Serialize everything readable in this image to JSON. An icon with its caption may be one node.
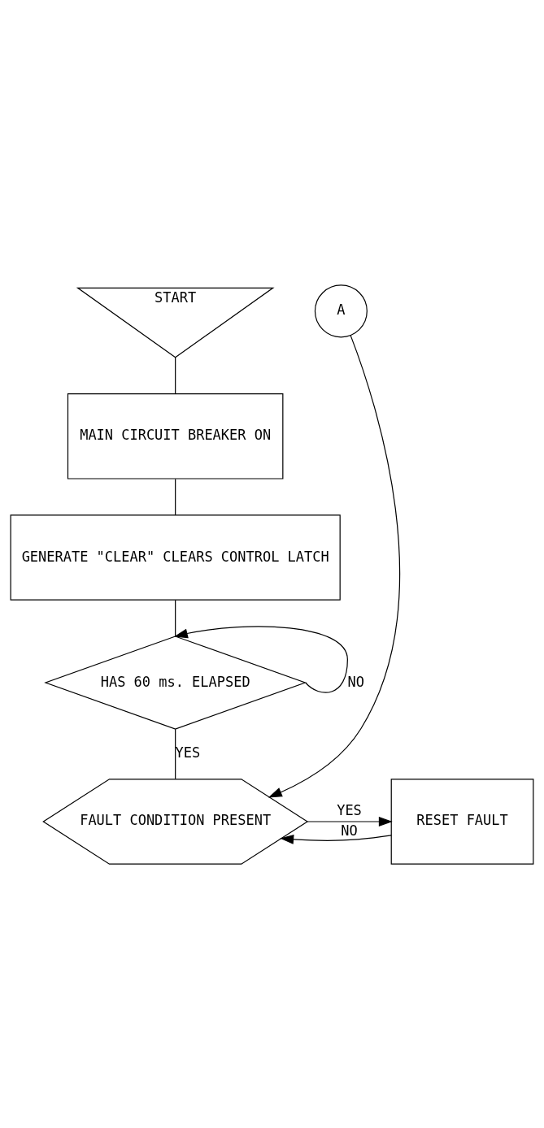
{
  "diagram": {
    "nodes": [
      {
        "text": [
          "START"
        ]
      },
      {
        "text": [
          "MAIN CIRCUIT BREAKER ON"
        ]
      },
      {
        "text": [
          "GENERATE \"CLEAR\" CLEARS CONTROL LATCH"
        ]
      },
      {
        "text": [
          "HAS 60 ms. ELAPSED"
        ]
      },
      {
        "text": [
          "FAULT CONDITION PRESENT"
        ]
      },
      {
        "text": [
          "RESET FAULT"
        ]
      },
      {
        "text": [
          "A"
        ]
      }
    ],
    "edges": [
      {
        "from": 0,
        "to": 1,
        "arrow": "none"
      },
      {
        "from": 1,
        "to": 2,
        "arrow": "none"
      },
      {
        "from": 2,
        "to": 3,
        "arrow": "none"
      },
      {
        "from": 3,
        "to": 3,
        "arrow": "to",
        "label": "NO"
      },
      {
        "from": 3,
        "to": 4,
        "arrow": "none",
        "label": "YES"
      },
      {
        "from": 4,
        "to": 5,
        "arrow": "to",
        "label": "YES"
      },
      {
        "from": 5,
        "to": 4,
        "arrow": "to",
        "label": "NO"
      },
      {
        "from": 6,
        "to": 4,
        "arrow": "to"
      }
    ]
  }
}
